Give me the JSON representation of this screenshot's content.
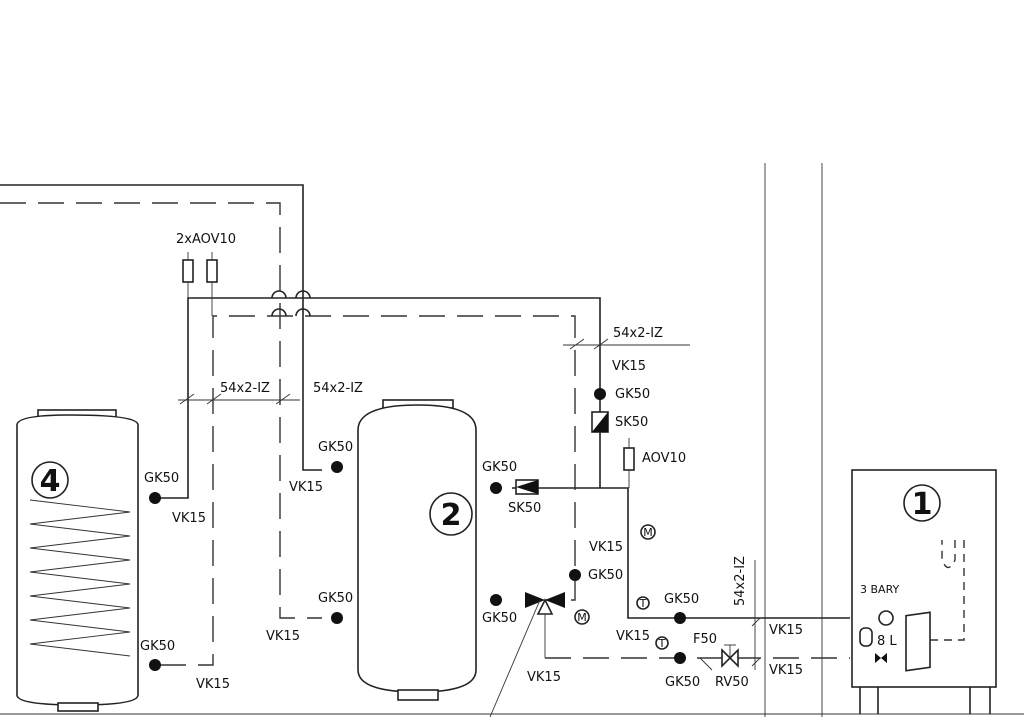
{
  "diagram": {
    "components": {
      "heat_pump": "1",
      "buffer_tank": "2",
      "dhw_tank": "4"
    },
    "labels": {
      "air_vents_pair": "2xAOV10",
      "pipe_spec": "54x2-IZ",
      "ball_valve": "GK50",
      "drain_valve": "VK15",
      "check_valve": "SK50",
      "air_vent": "AOV10",
      "filter": "F50",
      "balancing_valve": "RV50",
      "pressure": "3 BARY",
      "expansion_volume": "8 L"
    },
    "symbols": {
      "motor": "M",
      "thermometer": "T"
    },
    "colors": {
      "line": "#222222",
      "background": "#ffffff",
      "valve_fill": "#111111"
    }
  }
}
